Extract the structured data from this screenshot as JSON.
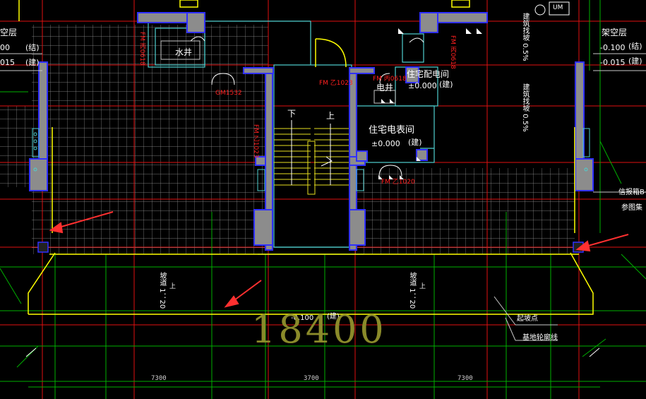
{
  "colors": {
    "background": "#000000",
    "grid_cyan": "#4fd0d0",
    "wall_gray": "#8c8c8c",
    "wall_blue": "#3030ff",
    "yellow": "#ffff00",
    "green": "#00c000",
    "red": "#ff0000",
    "white": "#ffffff",
    "dim_olive": "#8a8a2a"
  },
  "labels": {
    "empty_floor_left": "空层",
    "elev_left_1": "00",
    "elev_left_1_tag": "(结)",
    "elev_left_2": "015",
    "elev_left_2_tag": "(建)",
    "water_well": "水井",
    "door_gm1532": "GM1532",
    "door_fm_left": "FM 丙0618",
    "door_fm_right_top": "FM 丙0618",
    "door_fm_stair": "FM 乙1023",
    "door_fm_elec": "FM 丙0618",
    "door_fm_meter": "FM 乙1020",
    "door_fm_stair_vert": "FM 乙1023",
    "elec_well": "电井",
    "power_room": "住宅配电间",
    "power_room_elev": "±0.000",
    "power_room_tag": "(建)",
    "meter_room": "住宅电表间",
    "meter_room_elev": "±0.000",
    "meter_room_tag": "(建)",
    "stair_down": "下",
    "stair_up": "上",
    "empty_floor_right": "架空层",
    "elev_right_1": "-0.100",
    "elev_right_1_tag": "(结)",
    "elev_right_2": "-0.015",
    "elev_right_2_tag": "(建)",
    "slope_note_1": "建筑找坡 0.5%",
    "slope_note_2": "建筑找坡 0.5%",
    "mailbox": "信报箱B-",
    "mailbox_ref": "参图集",
    "ramp_left": "坡道 1：20",
    "ramp_right": "坡道 1：20",
    "ramp_up_left": "上",
    "ramp_up_right": "上",
    "ground_elev": "-0.100",
    "ground_elev_tag": "(建)",
    "slope_start": "起坡点",
    "ground_line": "基地轮廓线",
    "big_dim": "18400",
    "dim_1": "7300",
    "dim_2": "3700",
    "dim_3": "7300",
    "north_badge": "UM"
  }
}
